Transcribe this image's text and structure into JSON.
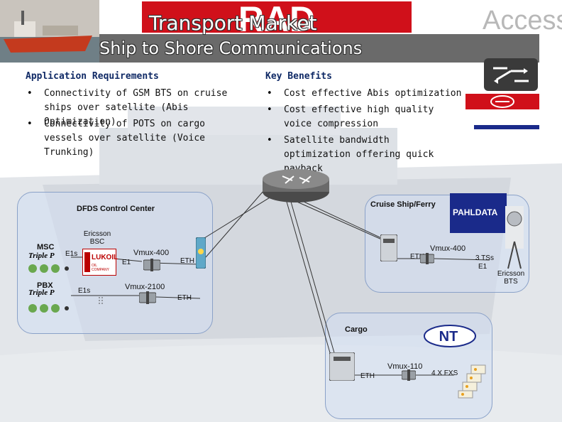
{
  "header": {
    "logo": "RAD",
    "access_word": "Access",
    "title_line1": "Transport Market",
    "title_line2": "Ship to Shore Communications"
  },
  "requirements": {
    "heading": "Application Requirements",
    "items": [
      "Connectivity of GSM BTS on cruise ships over satellite (Abis Optimization)",
      "Connectivity of POTS on cargo vessels over satellite (Voice Trunking)"
    ]
  },
  "benefits": {
    "heading": "Key Benefits",
    "items": [
      "Cost effective Abis optimization",
      "Cost effective high quality voice compression",
      "Satellite bandwidth optimization offering quick payback"
    ]
  },
  "bullet_char": "•",
  "diagram": {
    "dfds_title": "DFDS Control Center",
    "msc": "MSC",
    "pbx": "PBX",
    "triple_p": "Triple P",
    "ericsson_bsc": "Ericsson BSC",
    "e1s_top": "E1s",
    "e1s_bottom": "E1s",
    "e1_left": "E1",
    "vmux400_left": "Vmux-400",
    "vmux2100": "Vmux-2100",
    "eth_left_top": "ETH",
    "eth_left_bottom": "ETH",
    "lukoil": "LUKOIL",
    "lukoil_sub": "OIL COMPANY",
    "cruise_title": "Cruise Ship/Ferry",
    "pahldata": "PAHLDATA",
    "vmux400_right": "Vmux-400",
    "eth_right": "ETH",
    "ts3": "3 TSs",
    "e1_right": "E1",
    "ericsson_bts": "Ericsson BTS",
    "cargo_title": "Cargo",
    "nt_logo": "NT",
    "vmux110": "Vmux-110",
    "eth_cargo": "ETH",
    "fxs": "4 X FXS"
  },
  "colors": {
    "heading": "#102a66",
    "panel_fill": "#d2def2",
    "panel_border": "#8aa1c8",
    "rad_red": "#d0101a",
    "pahldata_blue": "#1a2a8a"
  },
  "icons": [
    "router-icon",
    "switch-icon",
    "satellite-dish-icon",
    "telephone-icon",
    "modem-icon"
  ]
}
